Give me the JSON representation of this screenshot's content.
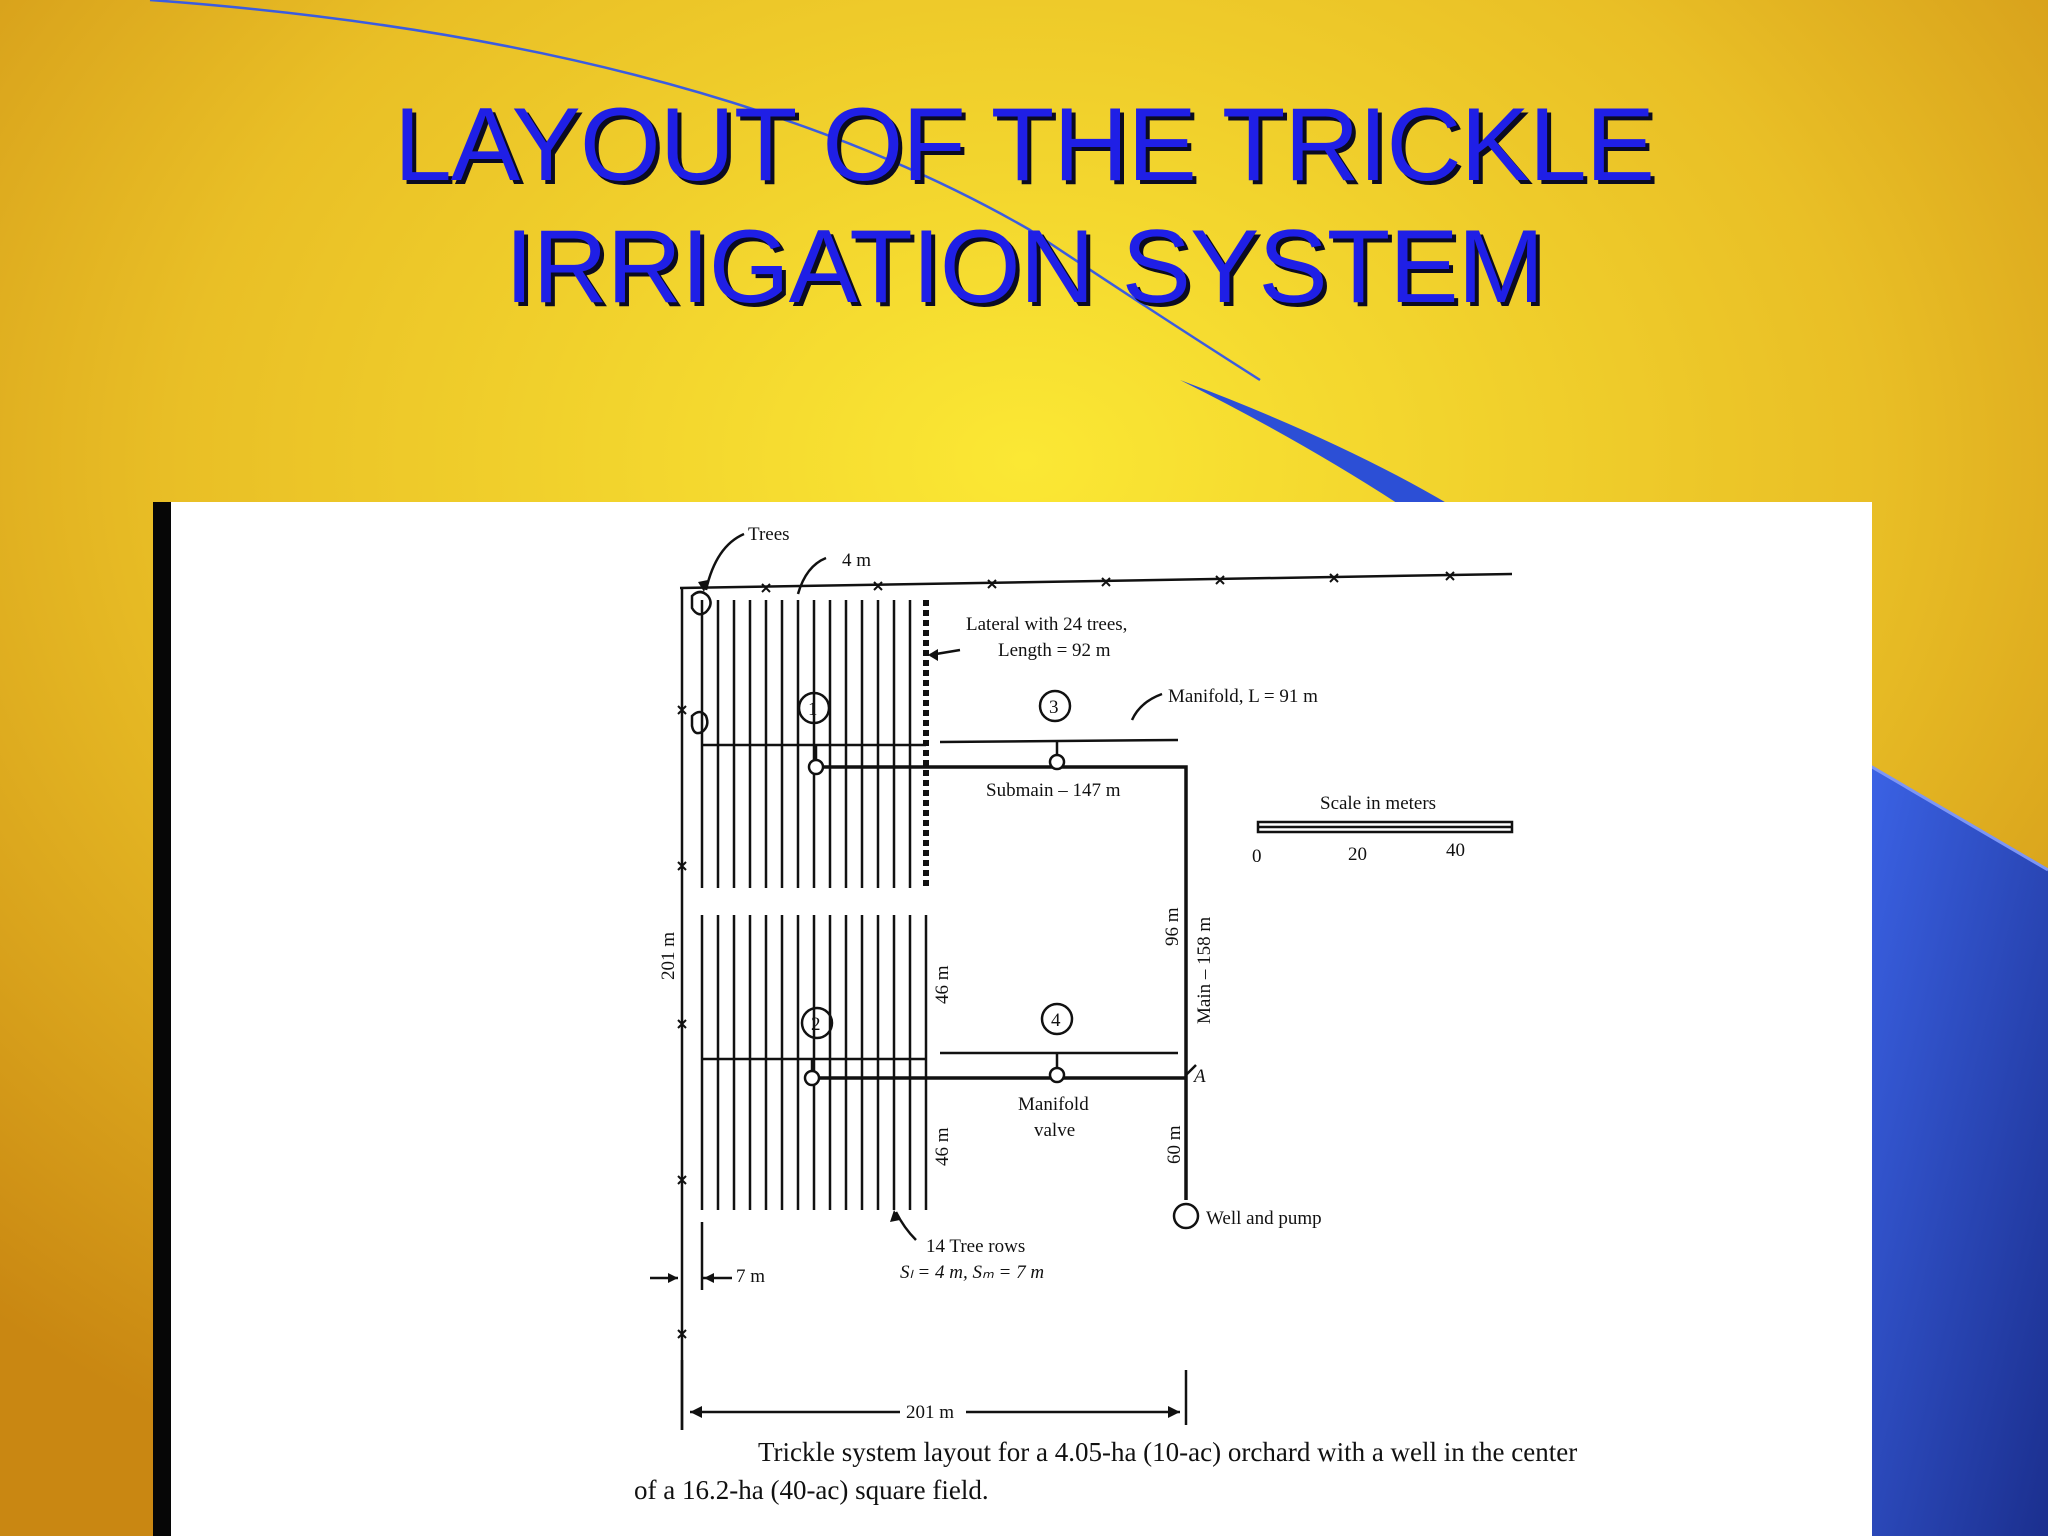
{
  "slide": {
    "title_line1": "LAYOUT OF THE TRICKLE",
    "title_line2": "IRRIGATION SYSTEM",
    "colors": {
      "background": "#e0a720",
      "title": "#1f1fe6",
      "accent_blue": "#2c4fd6"
    }
  },
  "diagram": {
    "trees_label": "Trees",
    "tree_spacing_label": "4 m",
    "lateral_label_line1": "Lateral with 24 trees,",
    "lateral_label_line2": "Length = 92 m",
    "manifold_label": "Manifold, L = 91 m",
    "submain_label": "Submain – 147 m",
    "scale_title": "Scale in meters",
    "scale_ticks": [
      "0",
      "20",
      "40"
    ],
    "field_height_label": "201 m",
    "upper_block_label": "96 m",
    "main_label": "Main – 158 m",
    "block_46_upper": "46 m",
    "block_46_lower": "46 m",
    "lower_main_label": "60 m",
    "node_labels": [
      "1",
      "2",
      "3",
      "4"
    ],
    "point_a": "A",
    "manifold_valve_line1": "Manifold",
    "manifold_valve_line2": "valve",
    "well_label": "Well and pump",
    "tree_rows_line1": "14 Tree rows",
    "tree_rows_line2": "Sₗ = 4 m, Sₘ = 7 m",
    "manifold_offset_label": "7 m",
    "field_width_label": "201 m",
    "caption_line1": "Trickle system layout for a 4.05-ha (10-ac) orchard with a well in the center",
    "caption_line2": "of a 16.2-ha (40-ac) square field."
  }
}
